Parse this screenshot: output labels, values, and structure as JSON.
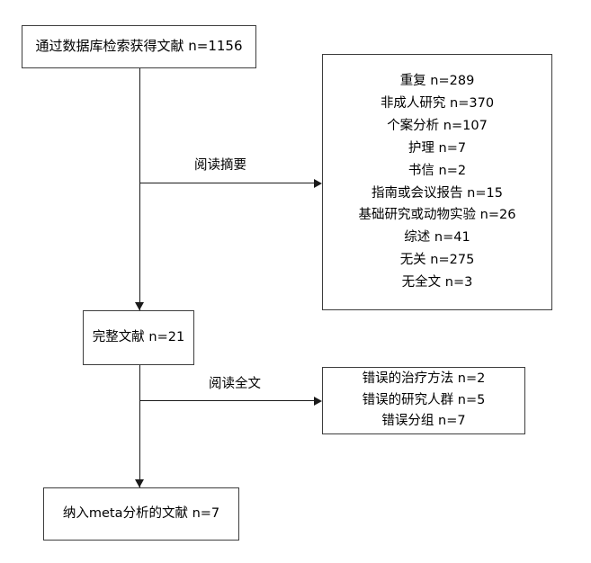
{
  "diagram": {
    "title": "PRISMA-style literature screening flowchart",
    "line_color": "#1a1a1a",
    "box_border_color": "#3d3d3d",
    "background": "#ffffff"
  },
  "boxes": {
    "search": {
      "name": "records-identified-through-database-search",
      "text": "通过数据库检索获得文献 n=1156",
      "count": 1156
    },
    "excluded_abstract": {
      "name": "records-excluded-after-abstract-screening",
      "lines": [
        "重复 n=289",
        "非成人研究 n=370",
        "个案分析 n=107",
        "护理 n=7",
        "书信 n=2",
        "指南或会议报告 n=15",
        "基础研究或动物实验 n=26",
        "综述 n=41",
        "无关 n=275",
        "无全文 n=3"
      ],
      "counts": [
        289,
        370,
        107,
        7,
        2,
        15,
        26,
        41,
        275,
        3
      ]
    },
    "fulltext": {
      "name": "full-text-articles-assessed",
      "text": "完整文献 n=21",
      "count": 21
    },
    "excluded_fulltext": {
      "name": "records-excluded-after-full-text-screening",
      "lines": [
        "错误的治疗方法 n=2",
        "错误的研究人群 n=5",
        "错误分组 n=7"
      ],
      "counts": [
        2,
        5,
        7
      ]
    },
    "included": {
      "name": "studies-included-in-meta-analysis",
      "text": "纳入meta分析的文献 n=7",
      "count": 7
    }
  },
  "edge_labels": {
    "read_abstract": "阅读摘要",
    "read_fulltext": "阅读全文"
  }
}
